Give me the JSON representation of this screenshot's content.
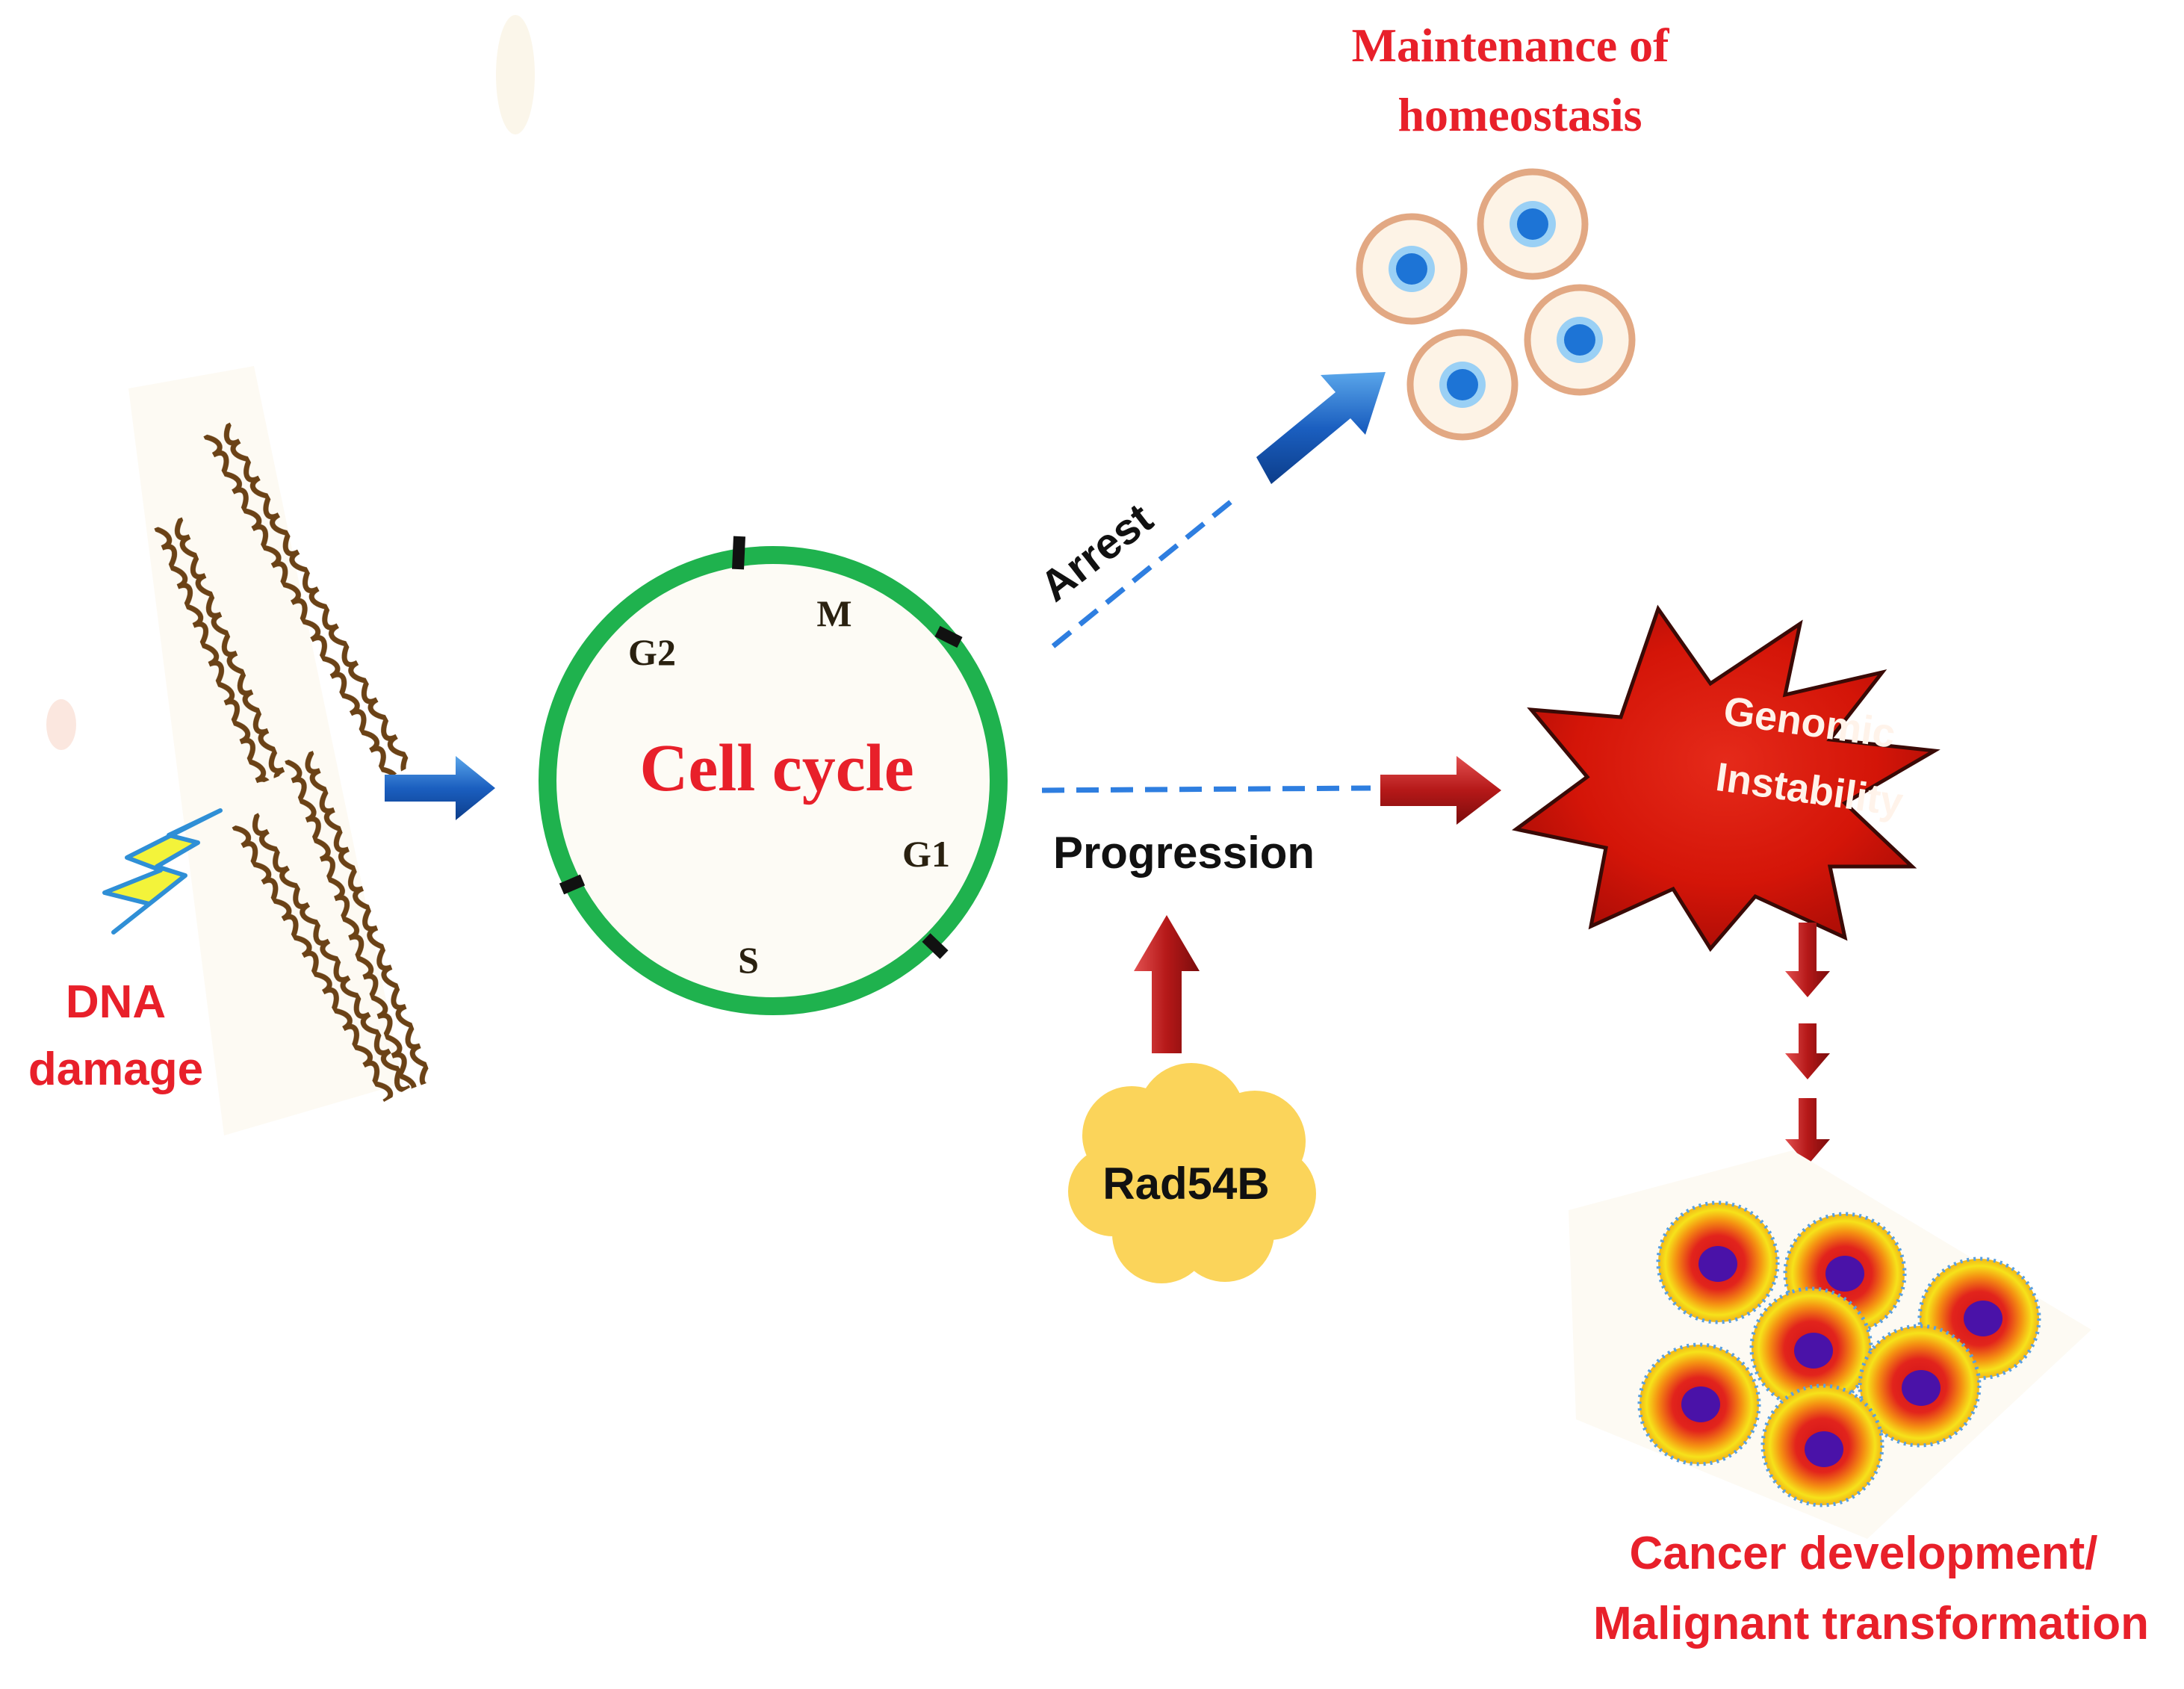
{
  "labels": {
    "dna_damage": [
      "DNA",
      "damage"
    ],
    "cell_cycle": "Cell cycle",
    "phases": {
      "m": "M",
      "g2": "G2",
      "g1": "G1",
      "s": "S"
    },
    "arrest": "Arrest",
    "progression": "Progression",
    "homeostasis": [
      "Maintenance of",
      "homeostasis"
    ],
    "genomic_instability": [
      "Genomic",
      "Instability"
    ],
    "rad54b": "Rad54B",
    "cancer": [
      "Cancer development/",
      "Malignant transformation"
    ]
  },
  "colors": {
    "cycle_ring": "#1fb24e",
    "red_text": "#e8202a",
    "blue_arrow": "#1b5fc0",
    "red_arrow": "#b51818",
    "star_fill": "#e01a10",
    "rad54b_cloud": "#fbd45a",
    "cell_membrane": "#e2a883",
    "cell_nucleus": "#1d74d6"
  }
}
